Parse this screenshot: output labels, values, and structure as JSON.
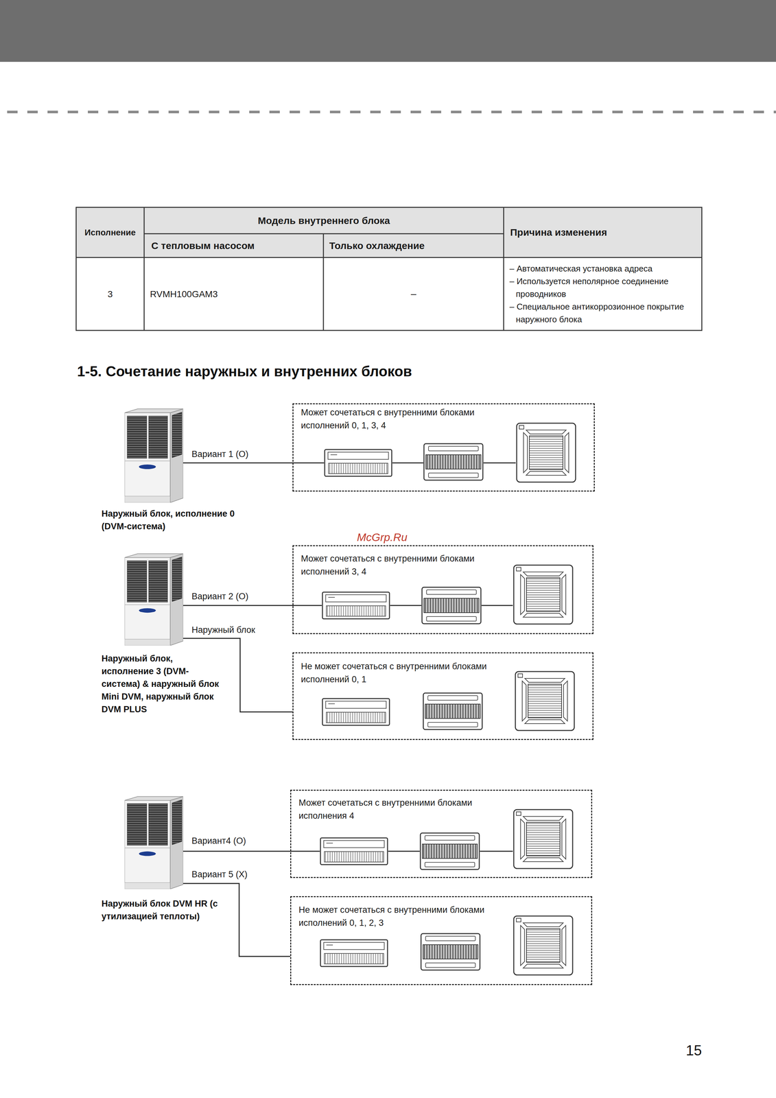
{
  "diagram": {
    "title": "1-5. Сочетание наружных и внутренних блоков",
    "nodes": [
      {
        "text": [
          "Наружный блок, исполнение 0 (DVM-система)"
        ]
      },
      {
        "text": [
          "Может сочетаться с внутренними блоками исполнений 0, 1, 3, 4"
        ]
      },
      {
        "text": [
          "Наружный блок, исполнение 3 (DVM-система) & наружный блок Mini DVM, наружный блок DVM PLUS"
        ]
      },
      {
        "text": [
          "Может сочетаться с внутренними блоками исполнений 3, 4"
        ]
      },
      {
        "text": [
          "Не может сочетаться с внутренними блоками исполнений 0, 1"
        ]
      },
      {
        "text": [
          "Наружный блок DVM HR (с утилизацией теплоты)"
        ]
      },
      {
        "text": [
          "Может сочетаться с внутренними блоками исполнения 4"
        ]
      },
      {
        "text": [
          "Не может сочетаться с внутренними блоками исполнений 0, 1, 2, 3"
        ]
      }
    ],
    "edges": [
      {
        "from": 0,
        "to": 1,
        "label": "Вариант 1 (O)",
        "arrow": "none"
      },
      {
        "from": 2,
        "to": 3,
        "label": "Вариант 2 (O)",
        "arrow": "none"
      },
      {
        "from": 2,
        "to": 4,
        "label": "Наружный блок",
        "arrow": "none"
      },
      {
        "from": 5,
        "to": 6,
        "label": "Вариант4 (O)",
        "arrow": "none"
      },
      {
        "from": 5,
        "to": 7,
        "label": "Вариант 5 (X)",
        "arrow": "none"
      }
    ],
    "labels": [
      "Исполнение",
      "Модель внутреннего блока",
      "С тепловым насосом",
      "Только охлаждение",
      "Причина изменения",
      "3",
      "RVMH100GAM3",
      "–",
      "– Автоматическая установка адреса",
      "– Используется неполярное соединение проводников",
      "– Специальное антикоррозионное покрытие наружного блока",
      "McGrp.Ru",
      "15"
    ]
  }
}
